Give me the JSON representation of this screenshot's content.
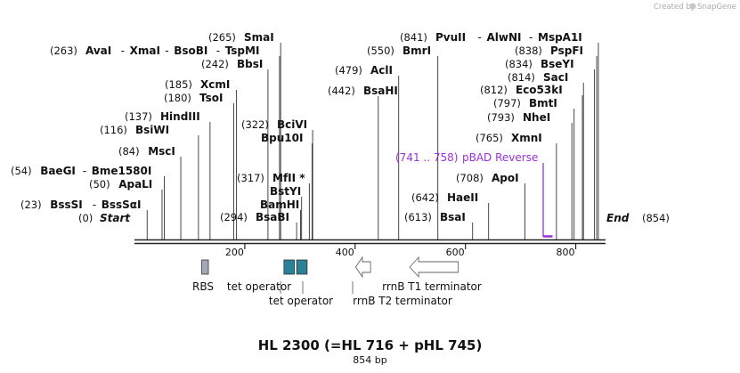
{
  "credit": {
    "text": "Created by",
    "brand": "SnapGene"
  },
  "title": "HL 2300 (=HL 716 + pHL 745)",
  "subtitle": "854 bp",
  "length": 854,
  "ticks": [
    "200",
    "400",
    "600",
    "800"
  ],
  "start_label": {
    "pos": "(0)",
    "name": "Start"
  },
  "end_label": {
    "name": "End",
    "pos": "(854)"
  },
  "sites": [
    {
      "pos": "(23)",
      "names": [
        "BssSI",
        "BssSαI"
      ],
      "bp": 23
    },
    {
      "pos": "(50)",
      "names": [
        "ApaLI"
      ],
      "bp": 50
    },
    {
      "pos": "(54)",
      "names": [
        "BaeGI",
        "Bme1580I"
      ],
      "bp": 54
    },
    {
      "pos": "(84)",
      "names": [
        "MscI"
      ],
      "bp": 84
    },
    {
      "pos": "(116)",
      "names": [
        "BsiWI"
      ],
      "bp": 116
    },
    {
      "pos": "(137)",
      "names": [
        "HindIII"
      ],
      "bp": 137
    },
    {
      "pos": "(180)",
      "names": [
        "TsoI"
      ],
      "bp": 180
    },
    {
      "pos": "(185)",
      "names": [
        "XcmI"
      ],
      "bp": 185
    },
    {
      "pos": "(242)",
      "names": [
        "BbsI"
      ],
      "bp": 242
    },
    {
      "pos": "(263)",
      "names": [
        "AvaI",
        "XmaI",
        "BsoBI",
        "TspMI"
      ],
      "bp": 263
    },
    {
      "pos": "(265)",
      "names": [
        "SmaI"
      ],
      "bp": 265
    },
    {
      "pos": "(294)",
      "names": [
        "BsaBI"
      ],
      "bp": 294
    },
    {
      "pos": "",
      "names": [
        "BamHI"
      ],
      "bp": 301
    },
    {
      "pos": "",
      "names": [
        "BstYI"
      ],
      "bp": 303
    },
    {
      "pos": "(317)",
      "names": [
        "MfII *"
      ],
      "bp": 317
    },
    {
      "pos": "",
      "names": [
        "Bpu10I"
      ],
      "bp": 322
    },
    {
      "pos": "(322)",
      "names": [
        "BciVI"
      ],
      "bp": 323
    },
    {
      "pos": "(442)",
      "names": [
        "BsaHI"
      ],
      "bp": 442
    },
    {
      "pos": "(479)",
      "names": [
        "AclI"
      ],
      "bp": 479
    },
    {
      "pos": "(550)",
      "names": [
        "BmrI"
      ],
      "bp": 550
    },
    {
      "pos": "(613)",
      "names": [
        "BsaI"
      ],
      "bp": 613
    },
    {
      "pos": "(642)",
      "names": [
        "HaeII"
      ],
      "bp": 642
    },
    {
      "pos": "(708)",
      "names": [
        "ApoI"
      ],
      "bp": 708
    },
    {
      "pos": "(765)",
      "names": [
        "XmnI"
      ],
      "bp": 765
    },
    {
      "pos": "(793)",
      "names": [
        "NheI"
      ],
      "bp": 793
    },
    {
      "pos": "(797)",
      "names": [
        "BmtI"
      ],
      "bp": 797
    },
    {
      "pos": "(812)",
      "names": [
        "Eco53kI"
      ],
      "bp": 812
    },
    {
      "pos": "(814)",
      "names": [
        "SacI"
      ],
      "bp": 814
    },
    {
      "pos": "(834)",
      "names": [
        "BseYI"
      ],
      "bp": 834
    },
    {
      "pos": "(838)",
      "names": [
        "PspFI"
      ],
      "bp": 838
    },
    {
      "pos": "(841)",
      "names": [
        "PvuII",
        "AlwNI",
        "MspA1I"
      ],
      "bp": 841
    }
  ],
  "primer": {
    "range": "(741 .. 758)",
    "name": "pBAD Reverse",
    "start": 741,
    "end": 758,
    "color": "#9b30d9"
  },
  "features": [
    {
      "name": "RBS",
      "start": 122,
      "end": 134,
      "kind": "box",
      "color": "#a4a8b4"
    },
    {
      "name": "tet operator",
      "start": 271,
      "end": 290,
      "kind": "box",
      "color": "#2b8197"
    },
    {
      "name": "tet operator",
      "start": 294,
      "end": 313,
      "kind": "box",
      "color": "#2b8197"
    },
    {
      "name": "rrnB T2 terminator",
      "start": 401,
      "end": 428,
      "kind": "arrow-left",
      "color": "#ffffff"
    },
    {
      "name": "rrnB T1 terminator",
      "start": 499,
      "end": 587,
      "kind": "arrow-left",
      "color": "#ffffff"
    }
  ]
}
